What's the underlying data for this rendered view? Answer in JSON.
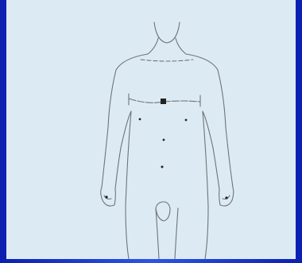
{
  "figure": {
    "subject": "human-body-front-outline",
    "colors": {
      "background": "#dcebf3",
      "frame": "#1a3ccf",
      "line": "#6d7478",
      "marker": "#222222"
    },
    "markers": [
      "sternal-point",
      "left-chest-point",
      "right-chest-point",
      "upper-abdomen-point",
      "lower-abdomen-point"
    ]
  }
}
